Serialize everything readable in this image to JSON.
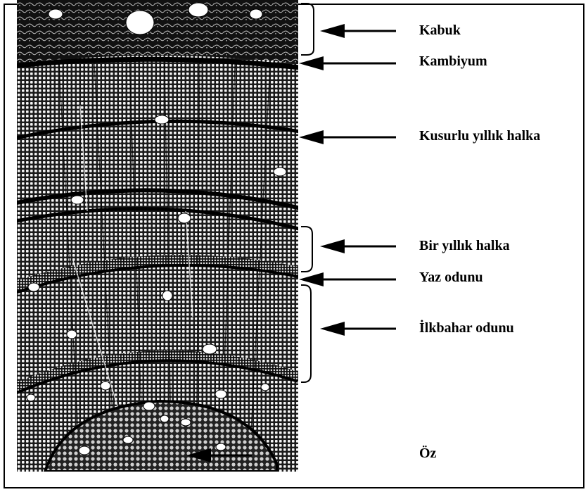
{
  "labels": {
    "kabuk": "Kabuk",
    "kambiyum": "Kambiyum",
    "kusurlu": "Kusurlu yıllık halka",
    "bir_yillik": "Bir yıllık halka",
    "yaz": "Yaz odunu",
    "ilkbahar": "İlkbahar odunu",
    "oz": "Öz"
  },
  "colors": {
    "ink": "#000000",
    "paper": "#ffffff"
  }
}
